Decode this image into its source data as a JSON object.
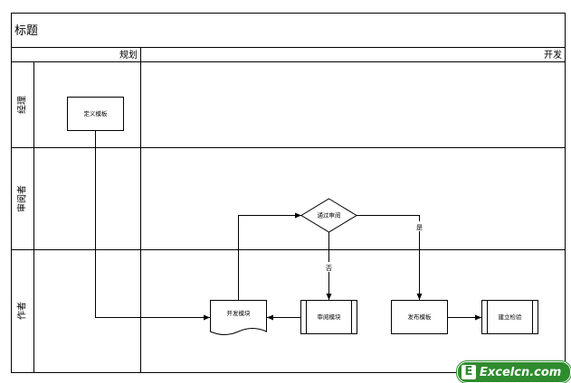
{
  "title": "标题",
  "phases": [
    "规划",
    "开发"
  ],
  "lanes": [
    "经理",
    "审阅者",
    "作者"
  ],
  "nodes": {
    "define": "定义模板",
    "develop": "开发模块",
    "review": "审阅模块",
    "decision": "通过审阅",
    "publish": "发布模板",
    "build": "建立检验"
  },
  "edges": {
    "yes": "否",
    "no": "是"
  },
  "watermark": "Excelcn.com"
}
